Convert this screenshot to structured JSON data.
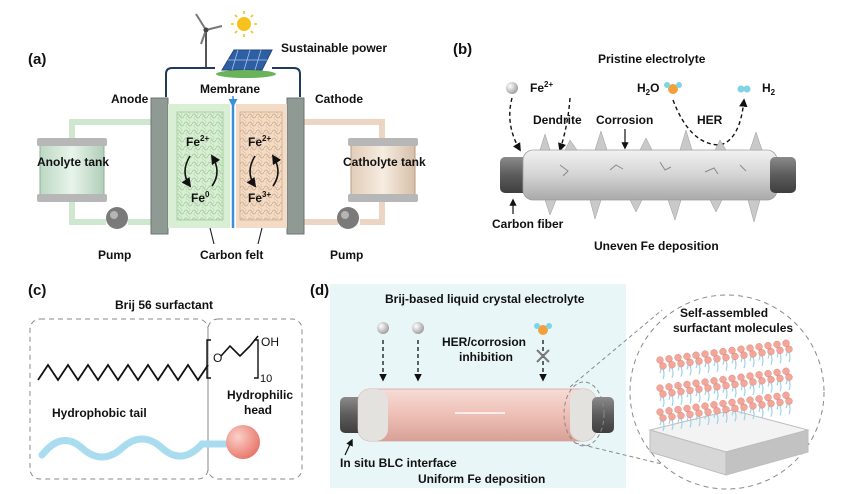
{
  "panel_a": {
    "label": "(a)",
    "power": "Sustainable power",
    "anode": "Anode",
    "membrane": "Membrane",
    "cathode": "Cathode",
    "anolyte_tank": "Anolyte tank",
    "catholyte_tank": "Catholyte tank",
    "pump_left": "Pump",
    "pump_right": "Pump",
    "carbon_felt": "Carbon felt",
    "left_top_ion": "Fe2+",
    "left_bottom_ion": "Fe0",
    "right_top_ion": "Fe2+",
    "right_bottom_ion": "Fe3+"
  },
  "panel_b": {
    "label": "(b)",
    "title": "Pristine electrolyte",
    "fe_ion": "Fe2+",
    "water": "H2O",
    "hydrogen": "H2",
    "dendrite": "Dendrite",
    "corrosion": "Corrosion",
    "her": "HER",
    "carbon_fiber": "Carbon fiber",
    "caption": "Uneven Fe deposition"
  },
  "panel_c": {
    "label": "(c)",
    "title": "Brij 56 surfactant",
    "oh": "OH",
    "o": "O",
    "subscript": "10",
    "tail": "Hydrophobic tail",
    "head_line1": "Hydrophilic",
    "head_line2": "head"
  },
  "panel_d": {
    "label": "(d)",
    "title": "Brij-based liquid crystal electrolyte",
    "inhibition_line1": "HER/corrosion",
    "inhibition_line2": "inhibition",
    "interface": "In situ BLC interface",
    "caption": "Uniform Fe deposition",
    "sam_line1": "Self-assembled",
    "sam_line2": "surfactant molecules"
  },
  "colors": {
    "panel_bg": "#e9f6f8",
    "cell_green": "#d9efd4",
    "cell_tan": "#f2dcc7",
    "electrode": "#8f9a94",
    "fiber": "#dcdcdc",
    "coated_fiber": "#f1cdc8",
    "tail_blue": "#a9dcef",
    "head_pink": "#f4968a",
    "stack_pink": "#f2a79a",
    "stack_blue": "#9fd2ea"
  }
}
